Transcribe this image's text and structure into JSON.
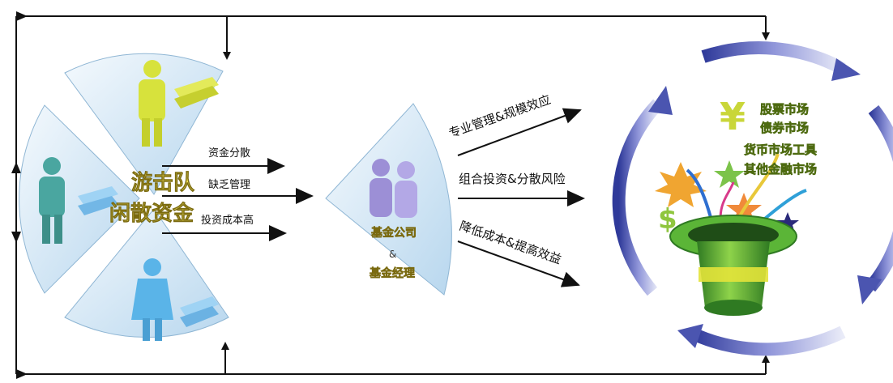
{
  "left_group": {
    "title_line1": "游击队",
    "title_line2": "闲散资金",
    "arrow_labels": [
      "资金分散",
      "缺乏管理",
      "投资成本高"
    ]
  },
  "middle_group": {
    "line1": "基金公司",
    "line2": "&",
    "line3": "基金经理",
    "arrow_labels": [
      "专业管理&规模效应",
      "组合投资&分散风险",
      "降低成本&提高效益"
    ]
  },
  "right_group": {
    "markets": [
      "股票市场",
      "债券市场",
      "货币市场工具",
      "其他金融市场"
    ]
  },
  "colors": {
    "person_yellow": "#d7e23c",
    "person_teal": "#4aa6a0",
    "person_blue": "#5ab4e8",
    "person_purple": "#9c8fd6",
    "hat_green": "#3f9a2e",
    "ring_blue": "#4b55b0",
    "panel_light": "#dcecf7"
  }
}
